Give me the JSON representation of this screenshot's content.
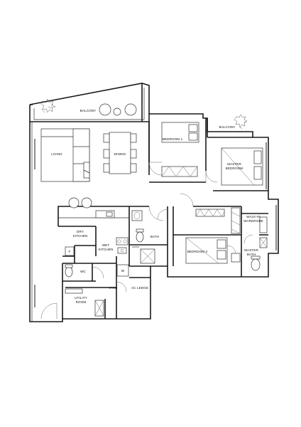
{
  "floor_plan": {
    "rooms": {
      "balcony_main": "BALCONY",
      "balcony_small": "BALCONY",
      "living": "LIVING",
      "dining": "DINING",
      "bedroom_1": "BEDROOM 1",
      "master_bedroom_line1": "MASTER",
      "master_bedroom_line2": "BEDROOM",
      "walk_in_line1": "WALK-IN",
      "walk_in_line2": "WARDROBE",
      "dry_kitchen_line1": "DRY",
      "dry_kitchen_line2": "KITCHEN",
      "wet_kitchen_line1": "WET",
      "wet_kitchen_line2": "KITCHEN",
      "bath": "BATH",
      "bedroom_2": "BEDROOM 2",
      "master_bath_line1": "MASTER",
      "master_bath_line2": "BATH",
      "fridge": "F",
      "wc": "WC",
      "washer": "W",
      "yard": "YARD",
      "ac_ledge": "AC LEDGE",
      "utility_line1": "UTILITY",
      "utility_line2": "ROOM"
    }
  }
}
